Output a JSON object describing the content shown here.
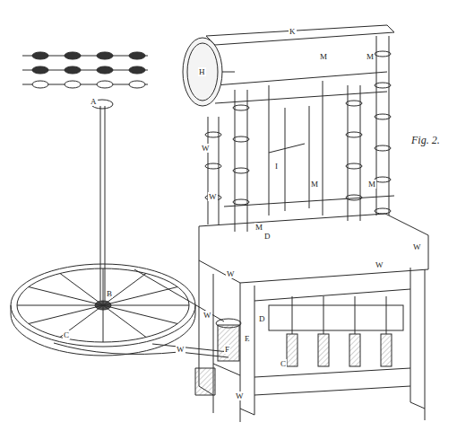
{
  "diagram": {
    "labels": [
      "Fig. 2.",
      "A",
      "B",
      "C",
      "D",
      "E",
      "F",
      "H",
      "K",
      "I",
      "M",
      "M",
      "M",
      "M",
      "M",
      "W",
      "W",
      "W",
      "W",
      "W",
      "W",
      "W",
      "W",
      "D",
      "C"
    ]
  }
}
